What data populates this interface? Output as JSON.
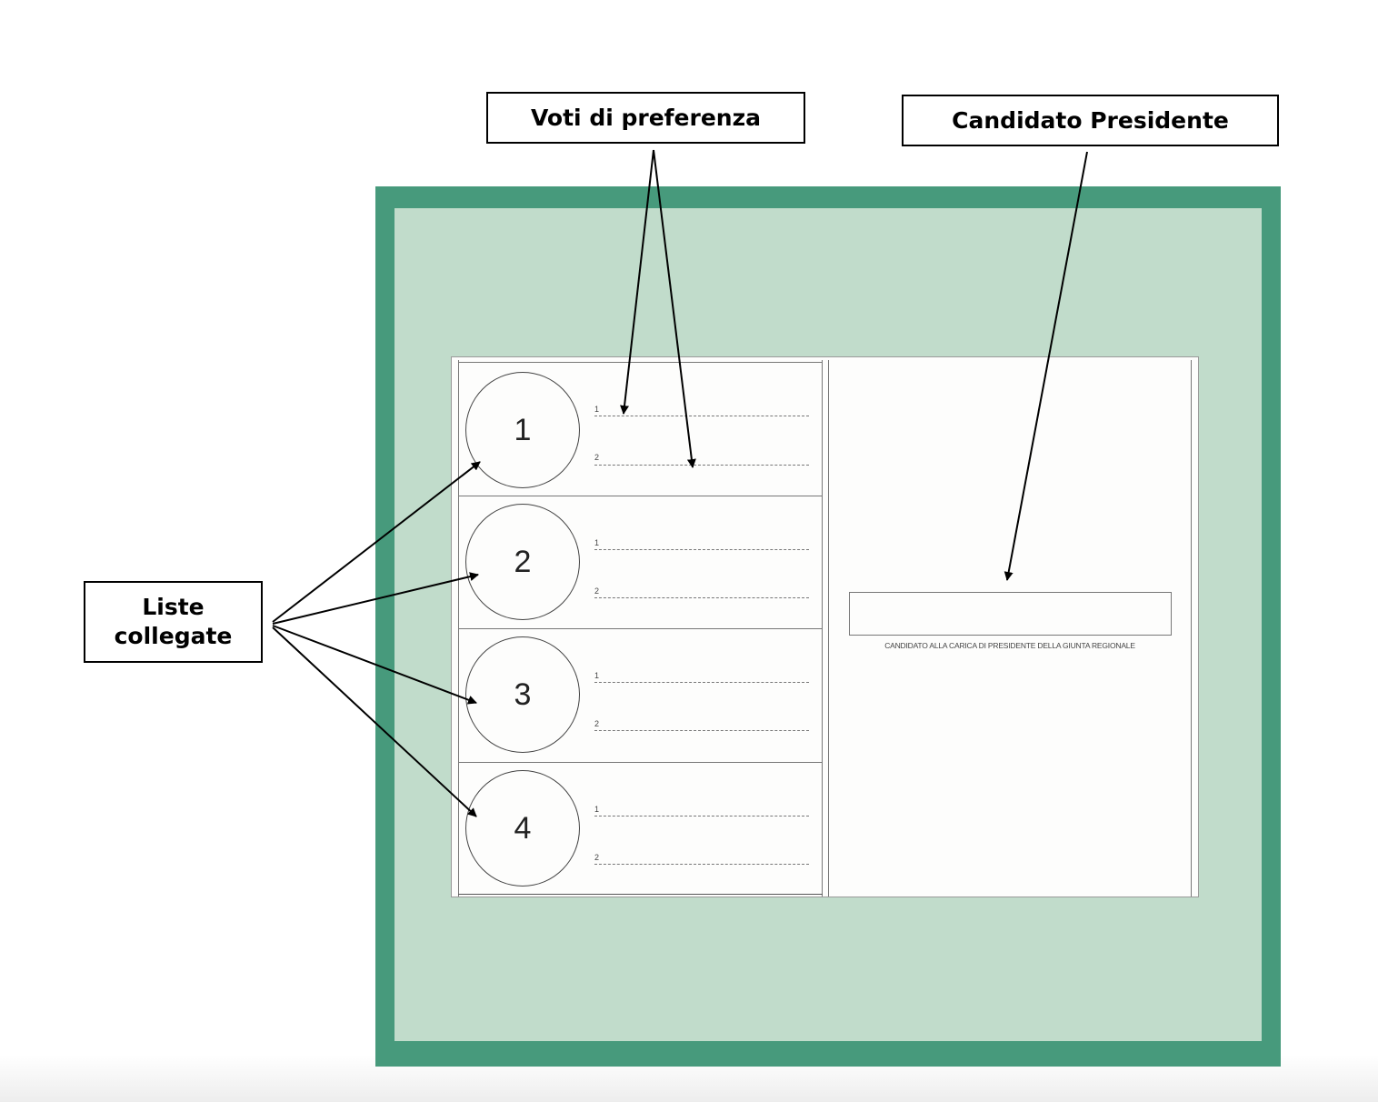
{
  "callouts": {
    "voti_di_preferenza": "Voti di preferenza",
    "candidato_presidente": "Candidato Presidente",
    "liste_collegate_line1": "Liste",
    "liste_collegate_line2": "collegate"
  },
  "ballot": {
    "lists": [
      {
        "number": "1",
        "pref1": "1",
        "pref2": "2"
      },
      {
        "number": "2",
        "pref1": "1",
        "pref2": "2"
      },
      {
        "number": "3",
        "pref1": "1",
        "pref2": "2"
      },
      {
        "number": "4",
        "pref1": "1",
        "pref2": "2"
      }
    ],
    "president_caption": "CANDIDATO ALLA CARICA DI PRESIDENTE DELLA GIUNTA REGIONALE"
  },
  "colors": {
    "frame_dark_green": "#479a7c",
    "frame_light_green": "#c1dccb",
    "paper": "#fdfdfc"
  }
}
